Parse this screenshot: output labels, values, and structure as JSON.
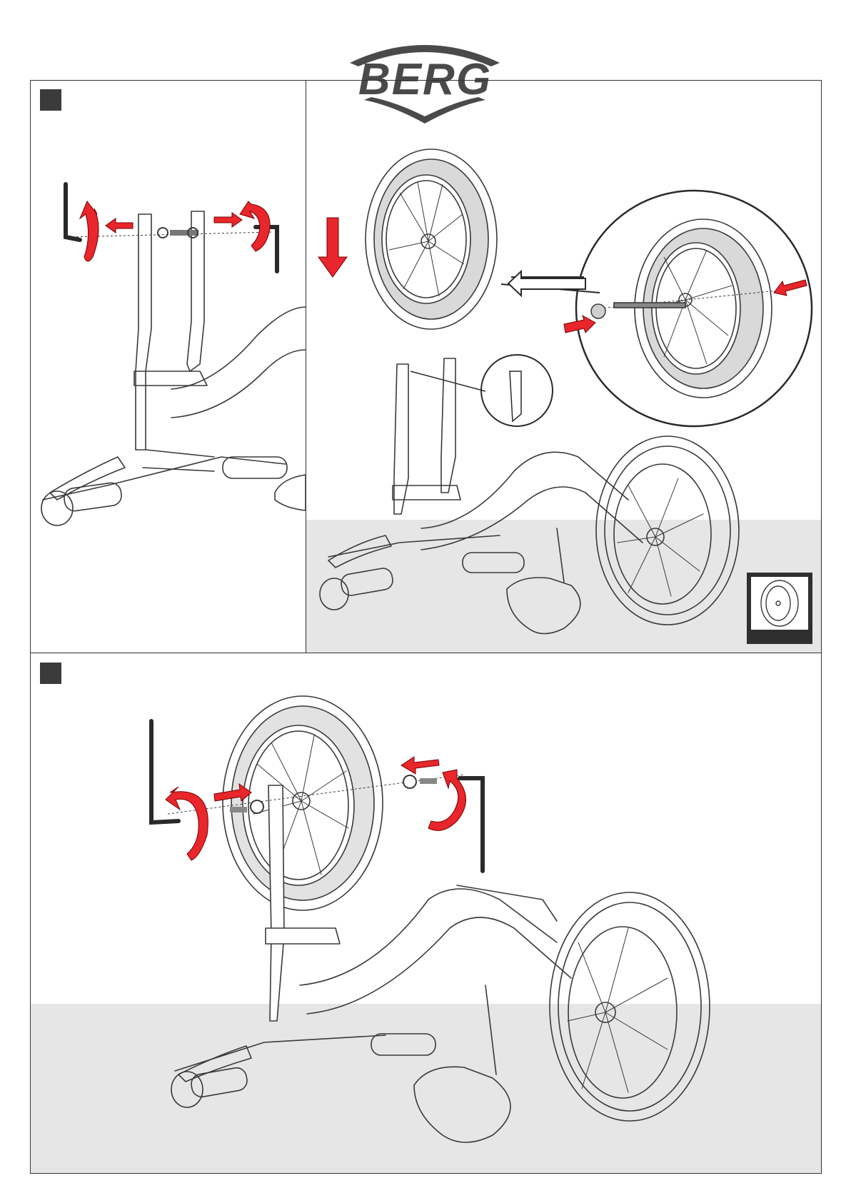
{
  "brand": {
    "logo_text": "BERG",
    "logo_color": "#4a4a4a"
  },
  "colors": {
    "arrow": "#e8262b",
    "line": "#3a3a3a",
    "floor": "#e6e6e6",
    "step_box": "#3b3b3b"
  },
  "steps": [
    {
      "id": "step-a",
      "panel": "top-left",
      "icons": [
        "hex-key-icon",
        "rotate-arrow-icon",
        "axle-bolt-icon"
      ]
    },
    {
      "id": "step-b",
      "panel": "top-right",
      "icons": [
        "down-arrow-icon",
        "wheel-icon",
        "detail-zoom-icon",
        "front-wheel-thumbnail-icon"
      ]
    },
    {
      "id": "step-c",
      "panel": "bottom",
      "icons": [
        "hex-key-icon",
        "rotate-arrow-icon",
        "washer-icon",
        "axle-bolt-icon"
      ]
    }
  ]
}
